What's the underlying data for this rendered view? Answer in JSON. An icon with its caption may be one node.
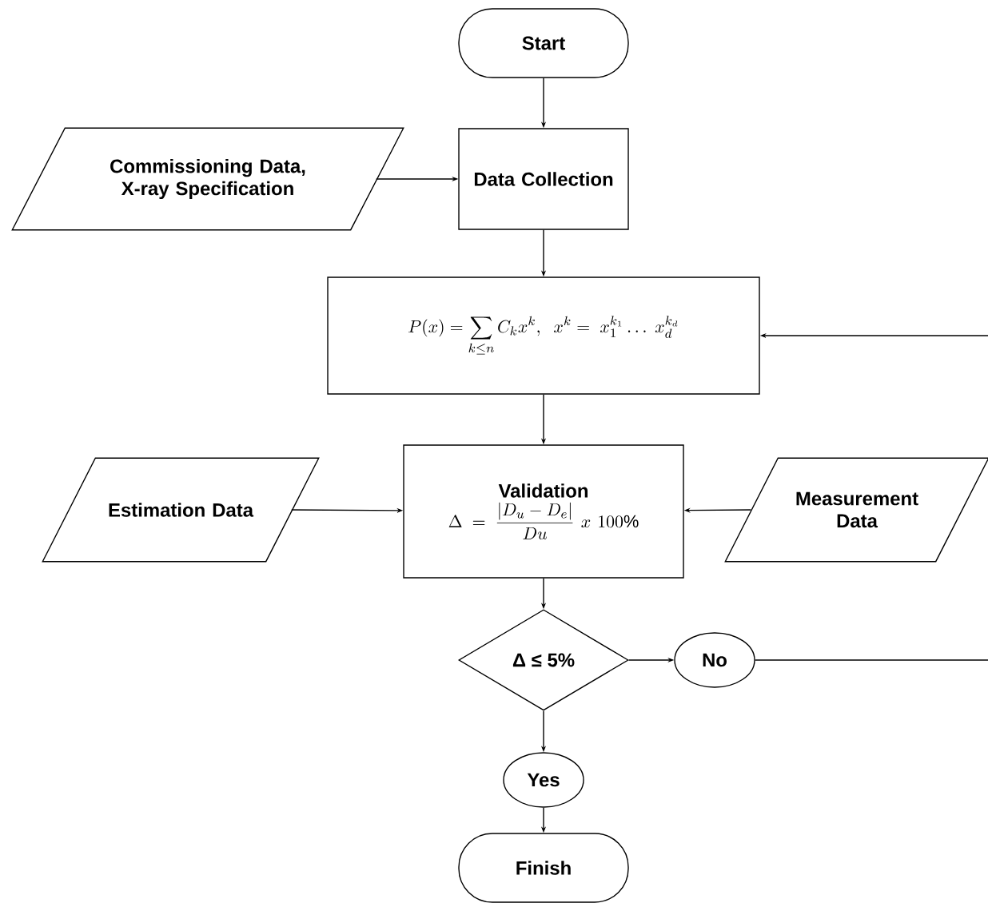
{
  "diagram": {
    "nodes": [
      {
        "text": [
          "Start"
        ]
      },
      {
        "text": [
          "Commissioning Data, X-ray Specification"
        ]
      },
      {
        "text": [
          "Data Collection"
        ]
      },
      {
        "text": [
          "P(x) = \\sum_{k\\le n} C_k x^k,\\ \\ x^k =\\ x_1^{k_1} \\dots\\ x_d^{k_d}"
        ]
      },
      {
        "text": [
          "Estimation Data"
        ]
      },
      {
        "text": [
          "Validation",
          "\\Delta = \\frac{|D_u - D_e|}{Du}\\ x\\ 100\\%"
        ]
      },
      {
        "text": [
          "Measurement Data"
        ]
      },
      {
        "text": [
          "Δ ≤ 5%"
        ]
      },
      {
        "text": [
          "No"
        ]
      },
      {
        "text": [
          "Yes"
        ]
      },
      {
        "text": [
          "Finish"
        ]
      }
    ],
    "edges": [
      {
        "from": 0,
        "to": 2,
        "arrow": "to"
      },
      {
        "from": 1,
        "to": 2,
        "arrow": "to"
      },
      {
        "from": 2,
        "to": 3,
        "arrow": "to"
      },
      {
        "from": 3,
        "to": 5,
        "arrow": "to"
      },
      {
        "from": 4,
        "to": 5,
        "arrow": "to"
      },
      {
        "from": 6,
        "to": 5,
        "arrow": "to"
      },
      {
        "from": 5,
        "to": 7,
        "arrow": "to"
      },
      {
        "from": 7,
        "to": 8,
        "arrow": "to"
      },
      {
        "from": 7,
        "to": 9,
        "arrow": "to"
      },
      {
        "from": 9,
        "to": 10,
        "arrow": "to"
      },
      {
        "from": 8,
        "to": null,
        "arrow": "none"
      },
      {
        "from": null,
        "to": 3,
        "arrow": "to"
      }
    ]
  }
}
